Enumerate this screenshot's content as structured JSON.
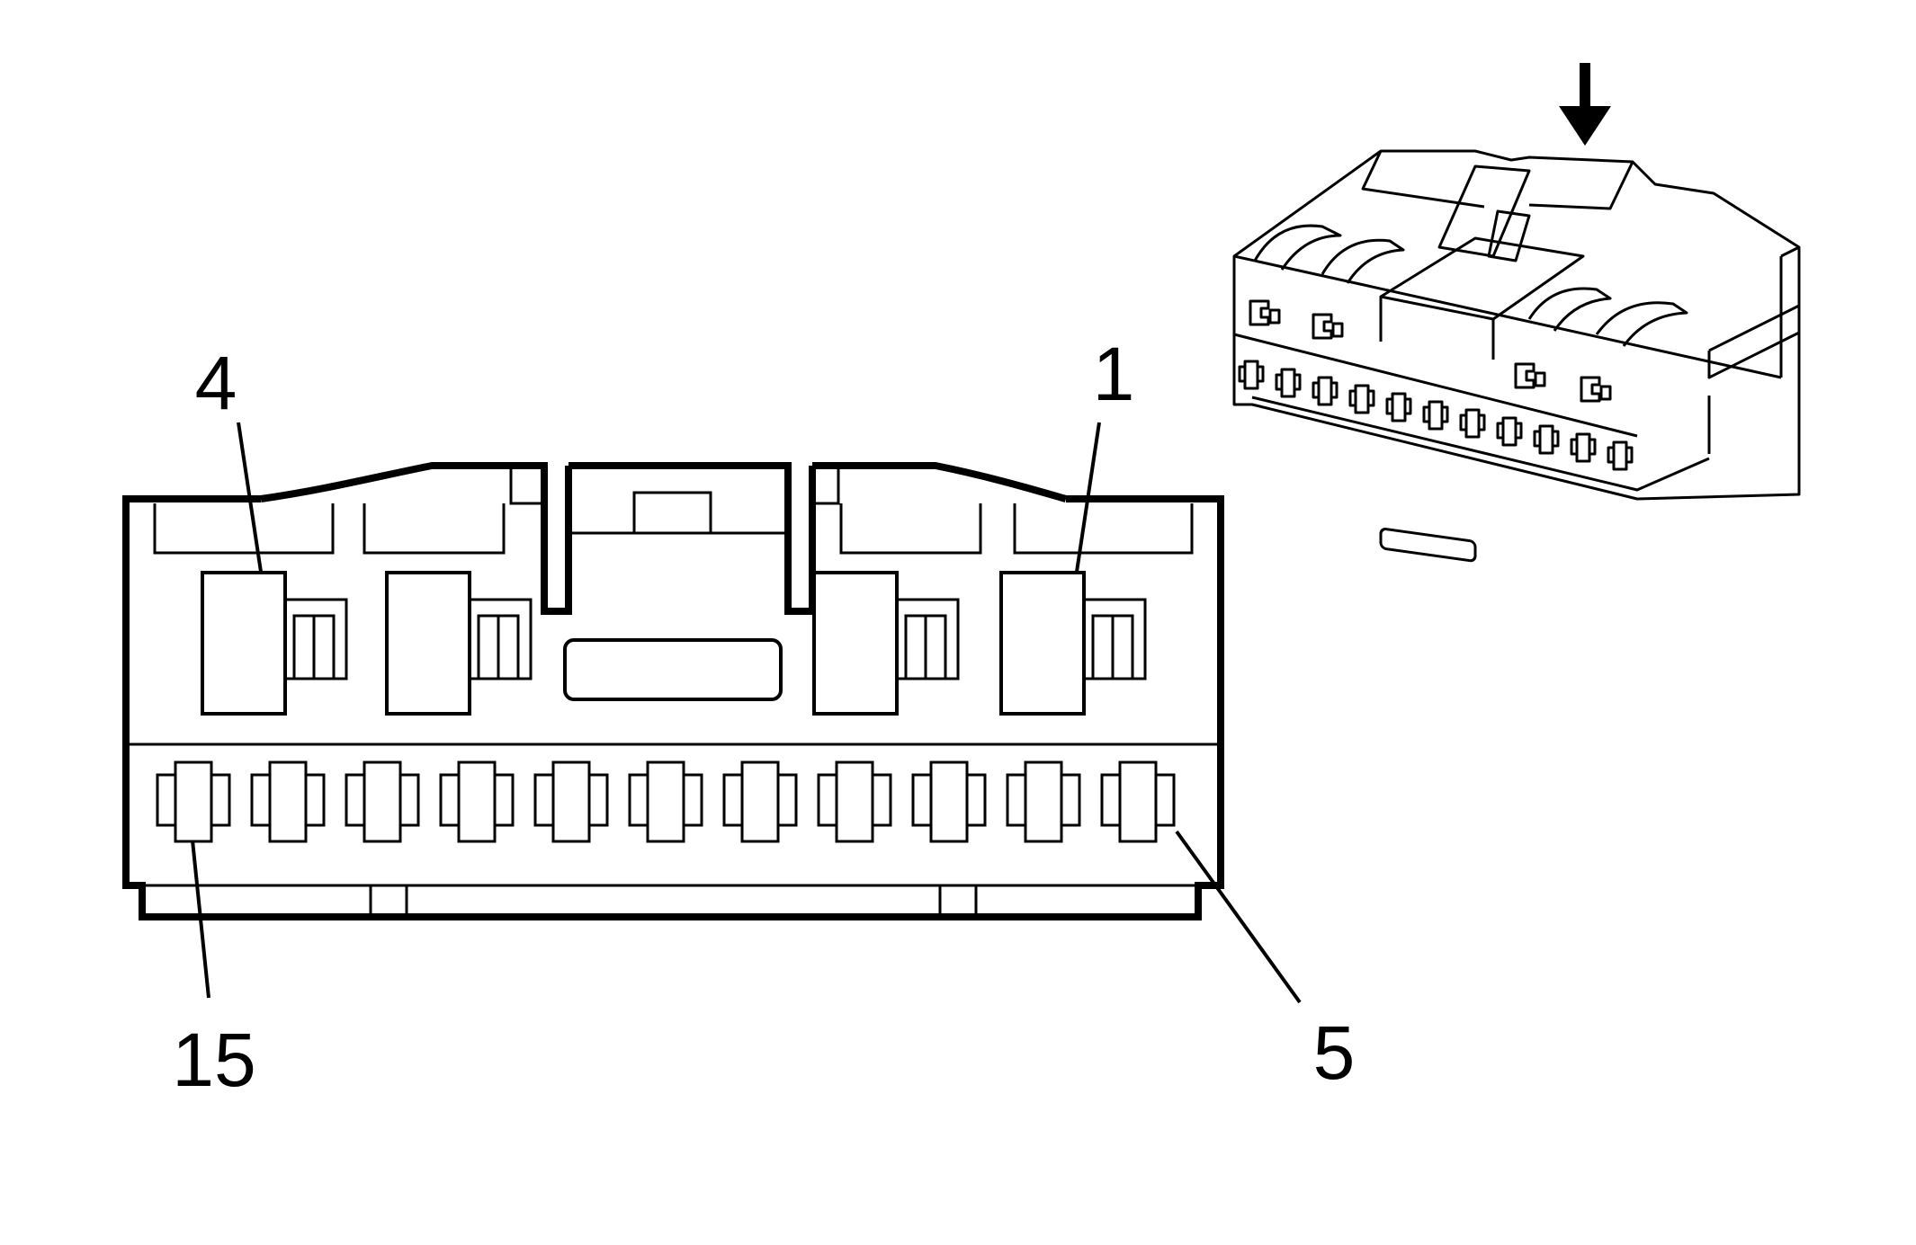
{
  "diagram": {
    "pin_labels": {
      "top_left": "4",
      "top_right": "1",
      "bottom_left": "15",
      "bottom_right": "5"
    },
    "upper_cavity_count": 4,
    "lower_cavity_count": 11,
    "colors": {
      "line": "#000000",
      "background": "#ffffff"
    },
    "icons": {
      "view_direction": "down-arrow-icon"
    }
  }
}
